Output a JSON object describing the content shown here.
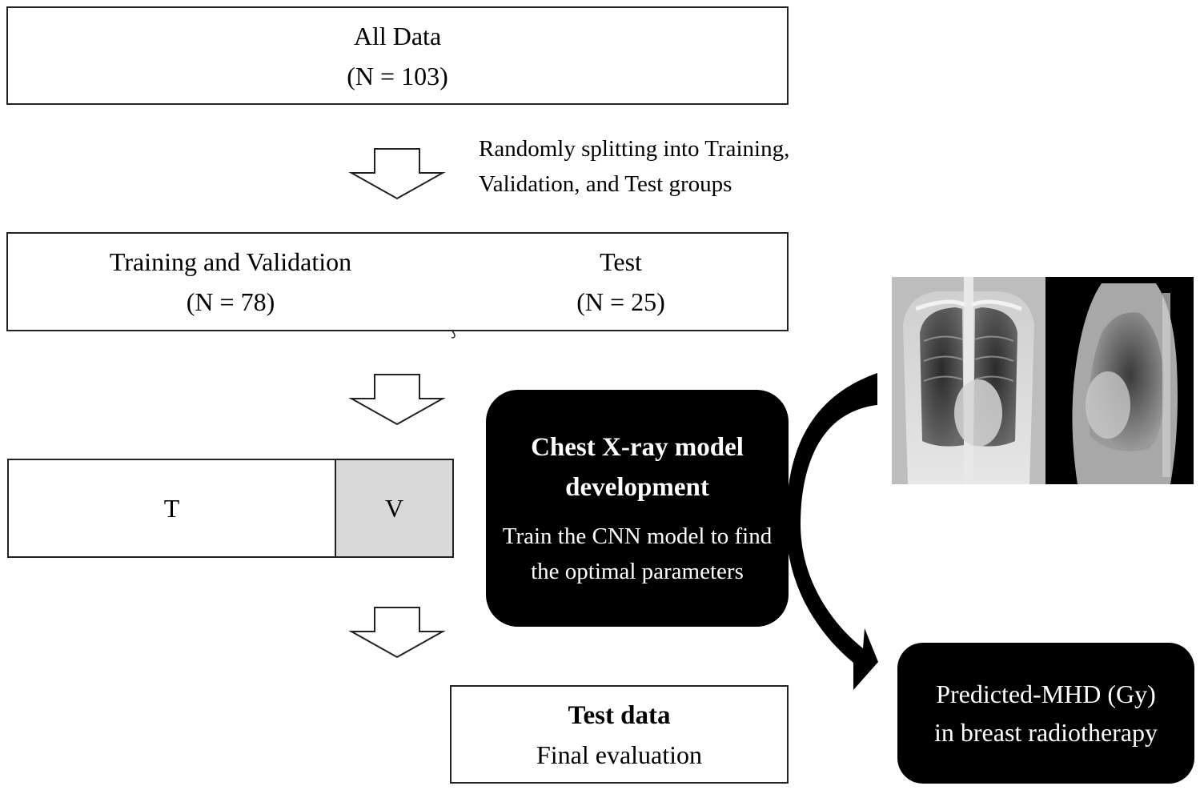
{
  "all_data": {
    "title": "All Data",
    "count": "(N = 103)"
  },
  "split_note": {
    "line1": "Randomly splitting into Training,",
    "line2": "Validation, and Test groups"
  },
  "train_val": {
    "title": "Training and Validation",
    "count": "(N = 78)"
  },
  "test": {
    "title": "Test",
    "count": "(N = 25)"
  },
  "tv_split": {
    "t_label": "T",
    "v_label": "V"
  },
  "model_box": {
    "title_line1": "Chest X-ray model",
    "title_line2": "development",
    "desc_line1": "Train the CNN model to find",
    "desc_line2": "the optimal parameters"
  },
  "test_data": {
    "title": "Test data",
    "subtitle": "Final evaluation"
  },
  "output_box": {
    "line1": "Predicted-MHD (Gy)",
    "line2": "in breast radiotherapy"
  },
  "colors": {
    "black": "#000000",
    "validation_fill": "#d9d9d9",
    "border": "#222222"
  }
}
